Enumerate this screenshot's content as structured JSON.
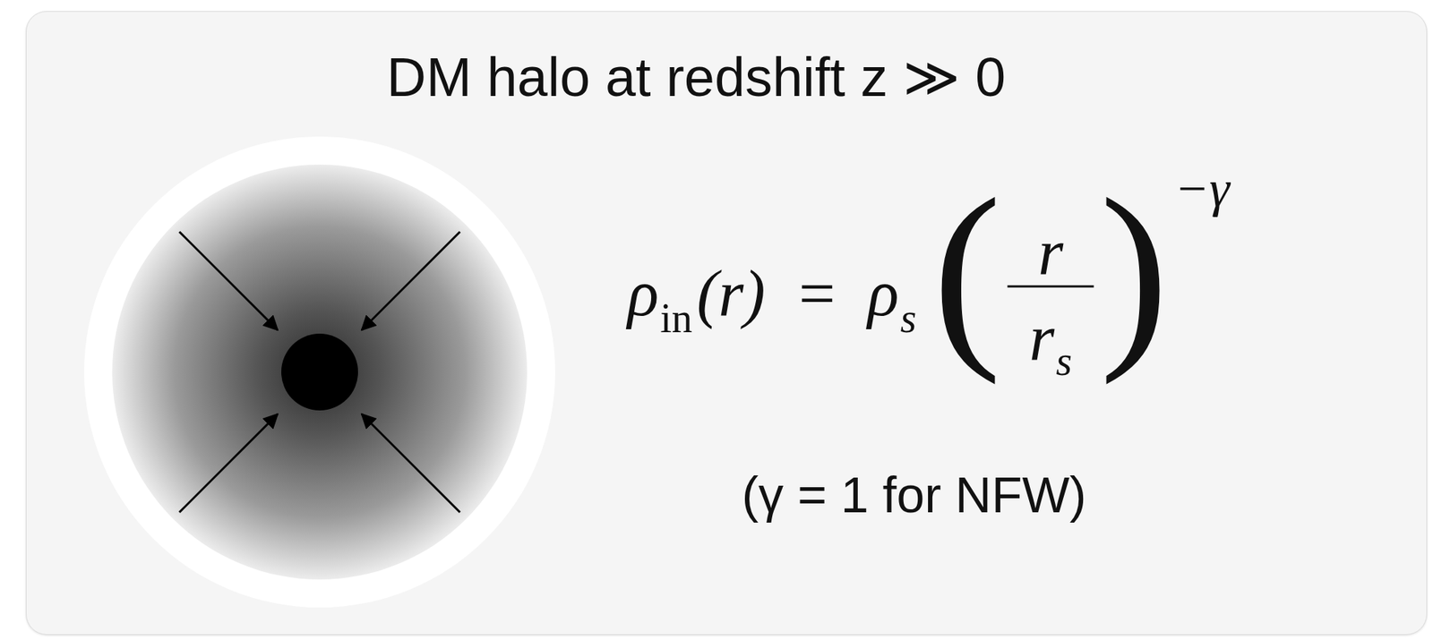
{
  "diagram": {
    "title": "DM halo at redshift z ≫ 0",
    "labels": [
      "ρ",
      "in",
      "(r) = ρ",
      "s",
      "(",
      "r",
      "r",
      "s",
      ")",
      "−γ",
      "(γ = 1 for NFW)"
    ]
  }
}
